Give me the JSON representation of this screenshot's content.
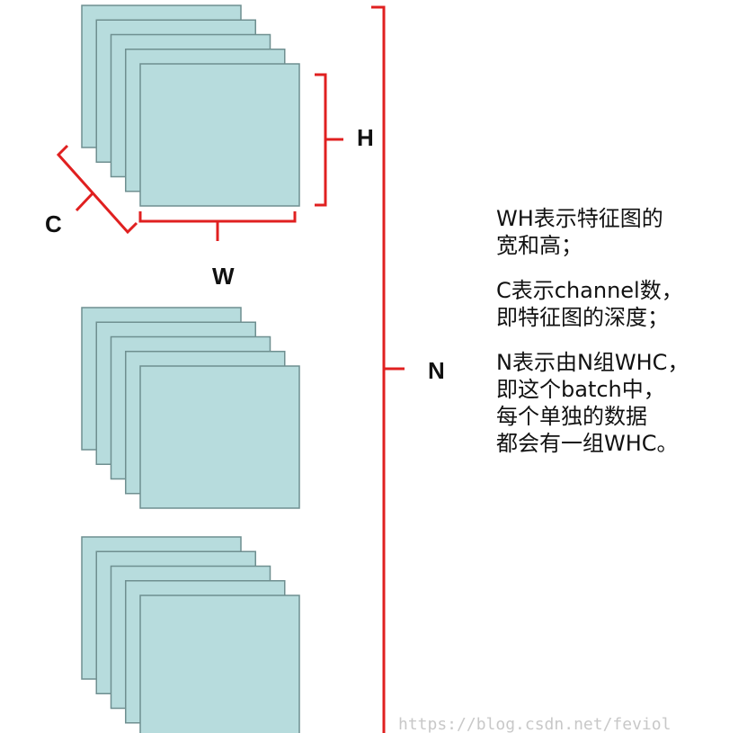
{
  "labels": {
    "C": "C",
    "W": "W",
    "H": "H",
    "N": "N"
  },
  "description": {
    "p1": "WH表示特征图的\n宽和高；",
    "p2": "C表示channel数，\n即特征图的深度；",
    "p3": "N表示由N组WHC，\n即这个batch中，\n每个单独的数据\n都会有一组WHC。"
  },
  "watermark": "https://blog.csdn.net/feviol",
  "colors": {
    "sheet_fill": "#b7dcdd",
    "sheet_stroke": "#6f8f90",
    "bracket": "#e02020",
    "text": "#111111"
  },
  "diagram": {
    "stacks": 3,
    "sheets_per_stack": 5
  }
}
